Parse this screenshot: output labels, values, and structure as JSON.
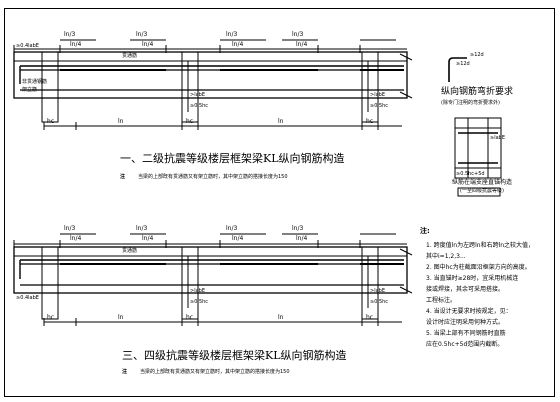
{
  "top_beam": {
    "dims": [
      "ln/3",
      "ln/4",
      "ln/3",
      "ln/4",
      "ln/3",
      "ln/4",
      "ln/3",
      "ln/4"
    ],
    "left_anchor": "≥0.4labE",
    "labels": {
      "through": "贯通筋"
    },
    "annot_1": "非贯通钢筋",
    "annot_2": "架立筋",
    "col_label": "hc",
    "span_label": "ln",
    "lap": ">labE",
    "lap_2": "≥0.5hc"
  },
  "top_title": "一、二级抗震等级楼层框架梁KL纵向钢筋构造",
  "top_note_mark": "注",
  "top_note": "当梁的上部既有贯通筋又有架立筋时，其中架立筋的搭接长度为150",
  "bot_beam": {
    "dims": [
      "ln/3",
      "ln/4",
      "ln/3",
      "ln/4",
      "ln/3",
      "ln/4",
      "ln/3",
      "ln/4"
    ],
    "left_anchor": "≥0.4labE",
    "labels": {
      "through": "贯通筋"
    },
    "col_label": "hc",
    "span_label": "ln",
    "lap": ">labE",
    "lap_2": "≥0.5hc"
  },
  "bot_title": "三、四级抗震等级楼层框架梁KL纵向钢筋构造",
  "bot_note_mark": "注",
  "bot_note": "当梁的上部既有贯通筋又有架立筋时，其中架立筋的搭接长度为150",
  "bend": {
    "lines": [
      "≥12d",
      "≥12d"
    ],
    "title": "纵向钢筋弯折要求",
    "sub": "(除专门注明的弯折要求外)"
  },
  "anchor": {
    "title": "纵筋在端支座直锚构造",
    "sub": "(一至四级抗震等级)",
    "labels": [
      "≥labE",
      "≥0.5hc+5d"
    ]
  },
  "notes": {
    "heading": "注:",
    "items": [
      "1.  跨度值ln为左跨ln和右跨ln之较大值，",
      "     其中i=1,2,3...",
      "2.  图中hc为柱截面沿框架方向的高度。",
      "3.  当直锚时≥28时，宜采用机械连",
      "     接或焊接，其余可采用搭接。",
      "     工程标注。",
      "4.  当设计无要求时按规定，见：",
      "     设计时应注明采用何种方式。",
      "5.  当梁上部有不同钢筋时直筋",
      "     应在0.5hc+5d范围内截断。"
    ]
  }
}
